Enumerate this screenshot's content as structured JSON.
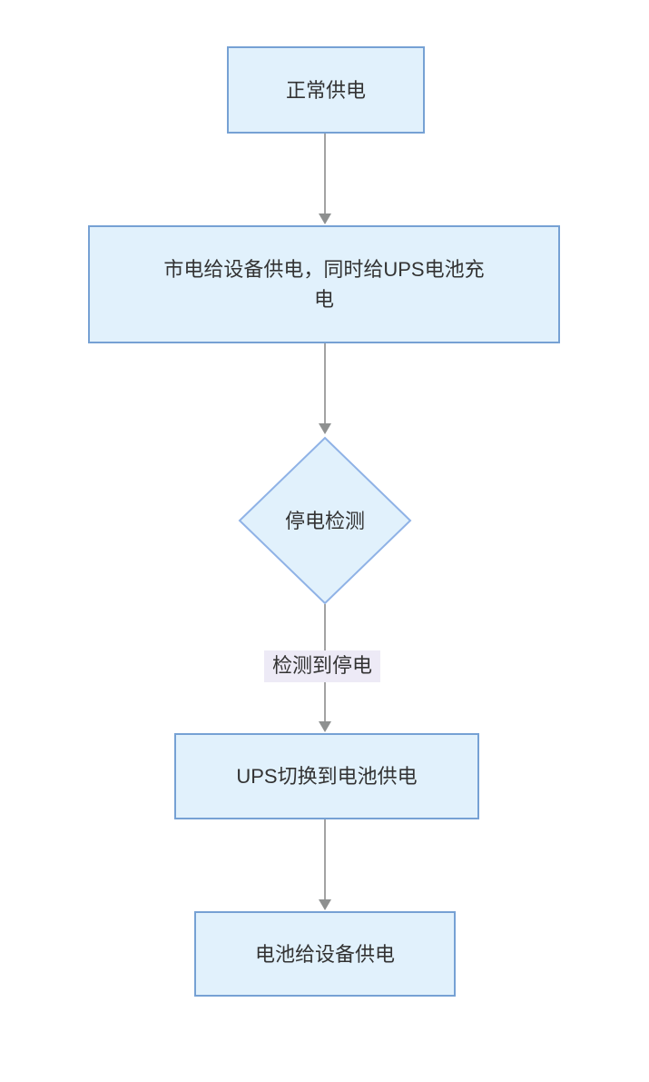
{
  "diagram": {
    "type": "flowchart",
    "direction": "top-down",
    "colors": {
      "canvas_bg": "#ffffff",
      "node_fill": "#e1f1fc",
      "rect_border": "#76a1d4",
      "diamond_border": "#8fb2e6",
      "arrow": "#a3a3a3",
      "arrow_head": "#8e9090",
      "text": "#333333",
      "edge_label_bg": "#edeaf6"
    },
    "nodes": [
      {
        "id": "A",
        "shape": "rectangle",
        "label": "正常供电"
      },
      {
        "id": "B",
        "shape": "rectangle",
        "label": "市电给设备供电，同时给UPS电池充电"
      },
      {
        "id": "C",
        "shape": "diamond",
        "label": "停电检测"
      },
      {
        "id": "D",
        "shape": "rectangle",
        "label": "UPS切换到电池供电"
      },
      {
        "id": "E",
        "shape": "rectangle",
        "label": "电池给设备供电"
      }
    ],
    "edges": [
      {
        "from": "A",
        "to": "B",
        "label": ""
      },
      {
        "from": "B",
        "to": "C",
        "label": ""
      },
      {
        "from": "C",
        "to": "D",
        "label": "检测到停电"
      },
      {
        "from": "D",
        "to": "E",
        "label": ""
      }
    ]
  }
}
